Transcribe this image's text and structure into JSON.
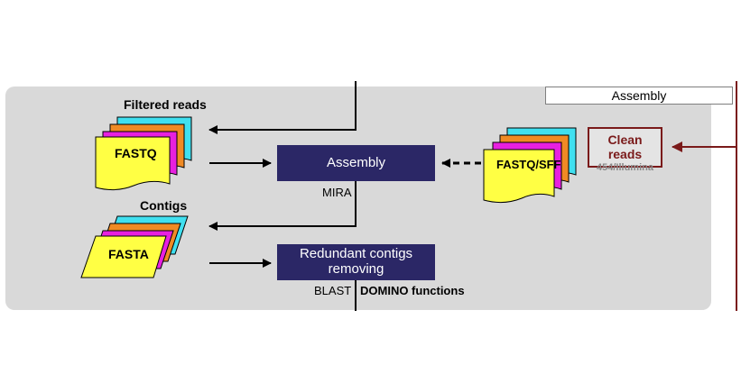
{
  "section_label": "Assembly",
  "filtered_reads_label": "Filtered reads",
  "contigs_label": "Contigs",
  "fastq_label": "FASTQ",
  "fasta_label": "FASTA",
  "fastq_sff_label": "FASTQ/SFF",
  "assembly_box_label": "Assembly",
  "redundant_box_line1": "Redundant contigs",
  "redundant_box_line2": "removing",
  "mira_label": "MIRA",
  "blast_label": "BLAST",
  "domino_label": "DOMINO functions",
  "clean_reads_title": "Clean reads",
  "clean_reads_sub": "454/Illumina",
  "colors": {
    "panel": "#d9d9d9",
    "box": "#2b2766",
    "clean_border": "#7a1a1a",
    "layer_cyan": "#40e0f0",
    "layer_orange": "#f08a24",
    "layer_magenta": "#e820e0",
    "layer_yellow": "#ffff44"
  }
}
